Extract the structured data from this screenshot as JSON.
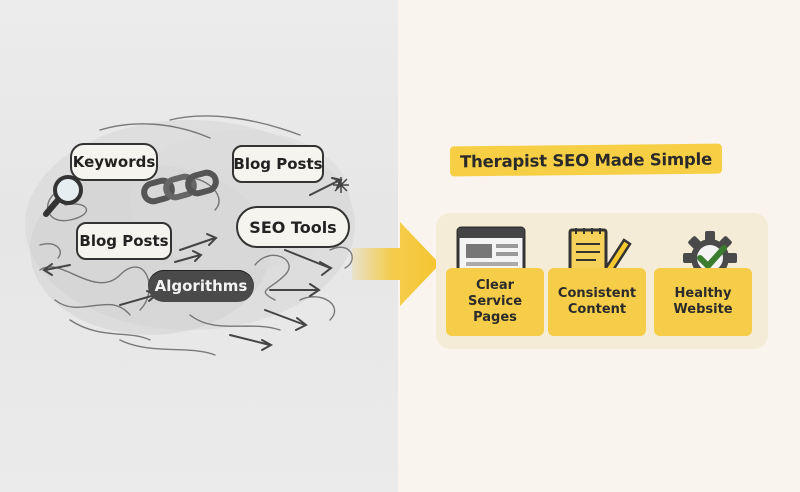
{
  "left": {
    "bubbles": {
      "keywords": "Keywords",
      "blog_posts_top": "Blog Posts",
      "blog_posts_bottom": "Blog Posts",
      "seo_tools": "SEO Tools",
      "algorithms": "Algorithms"
    },
    "icons": [
      "magnifier-icon",
      "chain-link-icon",
      "star-icon"
    ]
  },
  "right": {
    "title": "Therapist SEO Made Simple",
    "cards": [
      {
        "label": "Clear\nService Pages",
        "icon": "browser-window-icon"
      },
      {
        "label": "Consistent\nContent",
        "icon": "notepad-pencil-icon"
      },
      {
        "label": "Healthy\nWebsite",
        "icon": "gear-check-icon"
      }
    ]
  },
  "colors": {
    "accent_yellow": "#f6cd48",
    "left_background": "#e8e8e8",
    "right_background": "#f9f5ee",
    "ink": "#2b2b2b",
    "check_green": "#3a7d2e"
  }
}
